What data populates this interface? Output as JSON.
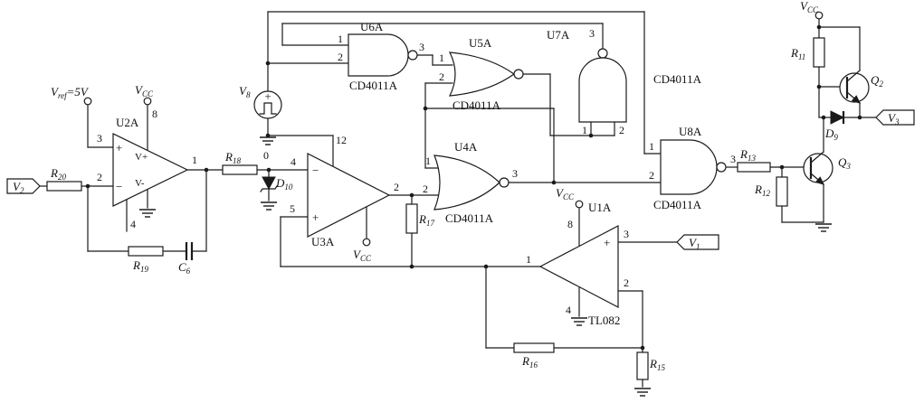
{
  "components": {
    "v1": {
      "base": "V",
      "sub": "1"
    },
    "v2": {
      "base": "V",
      "sub": "2"
    },
    "v3": {
      "base": "V",
      "sub": "3"
    },
    "v8": {
      "base": "V",
      "sub": "8"
    },
    "vref": {
      "base": "V",
      "sub": "ref",
      "rest": "=5V"
    },
    "vcc": {
      "base": "V",
      "sub": "CC"
    },
    "r11": {
      "base": "R",
      "sub": "11"
    },
    "r12": {
      "base": "R",
      "sub": "12"
    },
    "r13": {
      "base": "R",
      "sub": "13"
    },
    "r15": {
      "base": "R",
      "sub": "15"
    },
    "r16": {
      "base": "R",
      "sub": "16"
    },
    "r17": {
      "base": "R",
      "sub": "17"
    },
    "r18": {
      "base": "R",
      "sub": "18"
    },
    "r19": {
      "base": "R",
      "sub": "19"
    },
    "r20": {
      "base": "R",
      "sub": "20"
    },
    "c6": {
      "base": "C",
      "sub": "6"
    },
    "d9": {
      "base": "D",
      "sub": "9"
    },
    "d10": {
      "base": "D",
      "sub": "10"
    },
    "q2": {
      "base": "Q",
      "sub": "2"
    },
    "q3": {
      "base": "Q",
      "sub": "3"
    }
  },
  "ics": {
    "u1a": "U1A",
    "u2a": "U2A",
    "u3a": "U3A",
    "u4a": "U4A",
    "u5a": "U5A",
    "u6a": "U6A",
    "u7a": "U7A",
    "u8a": "U8A",
    "cd4011a": "CD4011A",
    "tl082": "TL082"
  },
  "pins": {
    "p0": "0",
    "p1": "1",
    "p2": "2",
    "p3": "3",
    "p4": "4",
    "p5": "5",
    "p8": "8",
    "p12": "12"
  },
  "signs": {
    "plus": "+",
    "minus": "−",
    "vplus": "V+",
    "vminus": "V-"
  }
}
